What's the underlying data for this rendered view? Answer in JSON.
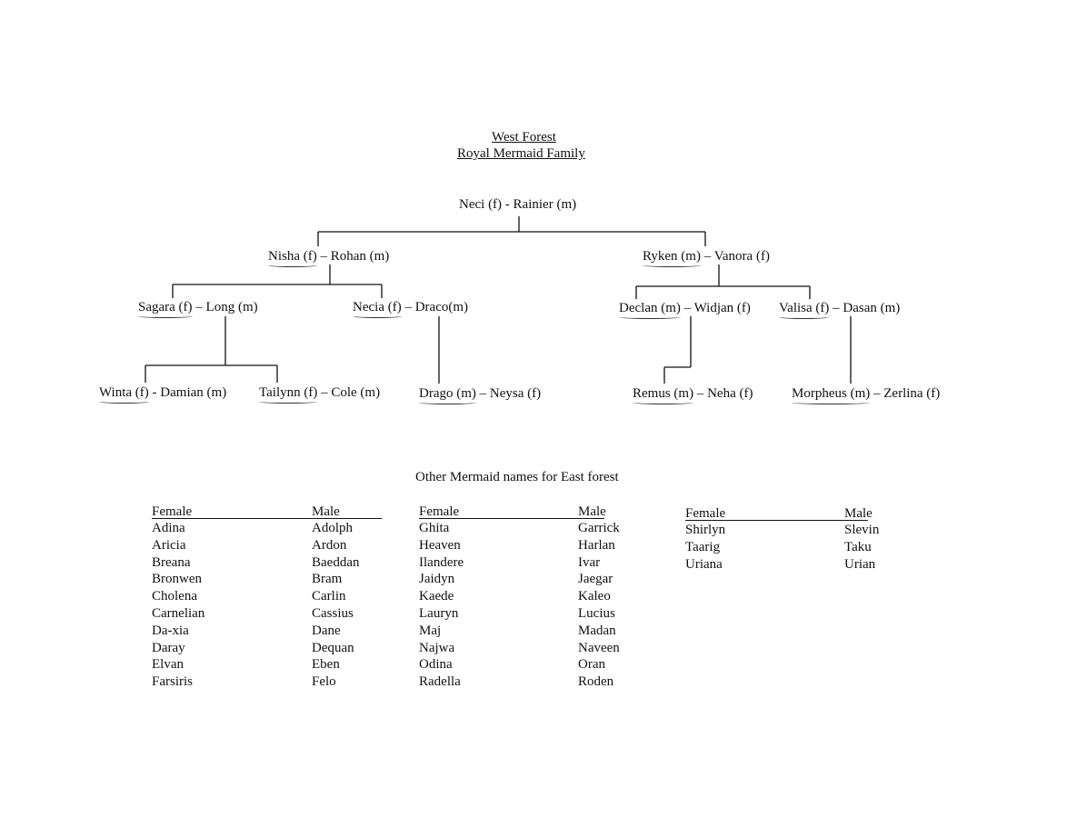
{
  "title": {
    "line1": "West Forest",
    "line2": "Royal Mermaid Family"
  },
  "tree": {
    "root": "Neci (f)  -  Rainier (m)",
    "gen2": [
      {
        "blood": "Nisha (f)",
        "sep": " – ",
        "spouse": "Rohan (m)"
      },
      {
        "blood": "Ryken (m)",
        "sep": " – ",
        "spouse": "Vanora (f)"
      }
    ],
    "gen3": [
      {
        "blood": "Sagara (f)",
        "sep": " – ",
        "spouse": "Long (m)"
      },
      {
        "blood": "Necia (f)",
        "sep": " – ",
        "spouse": "Draco(m)"
      },
      {
        "blood": "Declan (m)",
        "sep": " – ",
        "spouse": "Widjan (f)"
      },
      {
        "blood": "Valisa (f)",
        "sep": " – ",
        "spouse": "Dasan (m)"
      }
    ],
    "gen4": [
      {
        "blood": "Winta (f)",
        "sep": " - ",
        "spouse": "Damian (m)"
      },
      {
        "blood": "Tailynn (f)",
        "sep": " – ",
        "spouse": "Cole (m)"
      },
      {
        "blood": "Drago (m)",
        "sep": " – ",
        "spouse": "Neysa (f)"
      },
      {
        "blood": "Remus (m)",
        "sep": " – ",
        "spouse": "Neha (f)"
      },
      {
        "blood": "Morpheus (m)",
        "sep": " – ",
        "spouse": "Zerlina (f)"
      }
    ]
  },
  "names_section": {
    "heading": "Other Mermaid names for East forest",
    "groups": [
      {
        "female_header": "Female",
        "male_header": "Male",
        "female": [
          "Adina",
          "Aricia",
          "Breana",
          "Bronwen",
          "Cholena",
          "Carnelian",
          "Da-xia",
          "Daray",
          "Elvan",
          "Farsiris"
        ],
        "male": [
          "Adolph",
          "Ardon",
          "Baeddan",
          "Bram",
          "Carlin",
          "Cassius",
          "Dane",
          "Dequan",
          "Eben",
          "Felo"
        ]
      },
      {
        "female_header": "Female",
        "male_header": "Male",
        "female": [
          "Ghita",
          "Heaven",
          "Ilandere",
          "Jaidyn",
          "Kaede",
          "Lauryn",
          "Maj",
          "Najwa",
          "Odina",
          "Radella"
        ],
        "male": [
          "Garrick",
          "Harlan",
          "Ivar",
          "Jaegar",
          "Kaleo",
          "Lucius",
          "Madan",
          "Naveen",
          "Oran",
          "Roden"
        ]
      },
      {
        "female_header": "Female",
        "male_header": "Male",
        "female": [
          "Shirlyn",
          "Taarig",
          "Uriana"
        ],
        "male": [
          "Slevin",
          "Taku",
          "Urian"
        ]
      }
    ]
  }
}
